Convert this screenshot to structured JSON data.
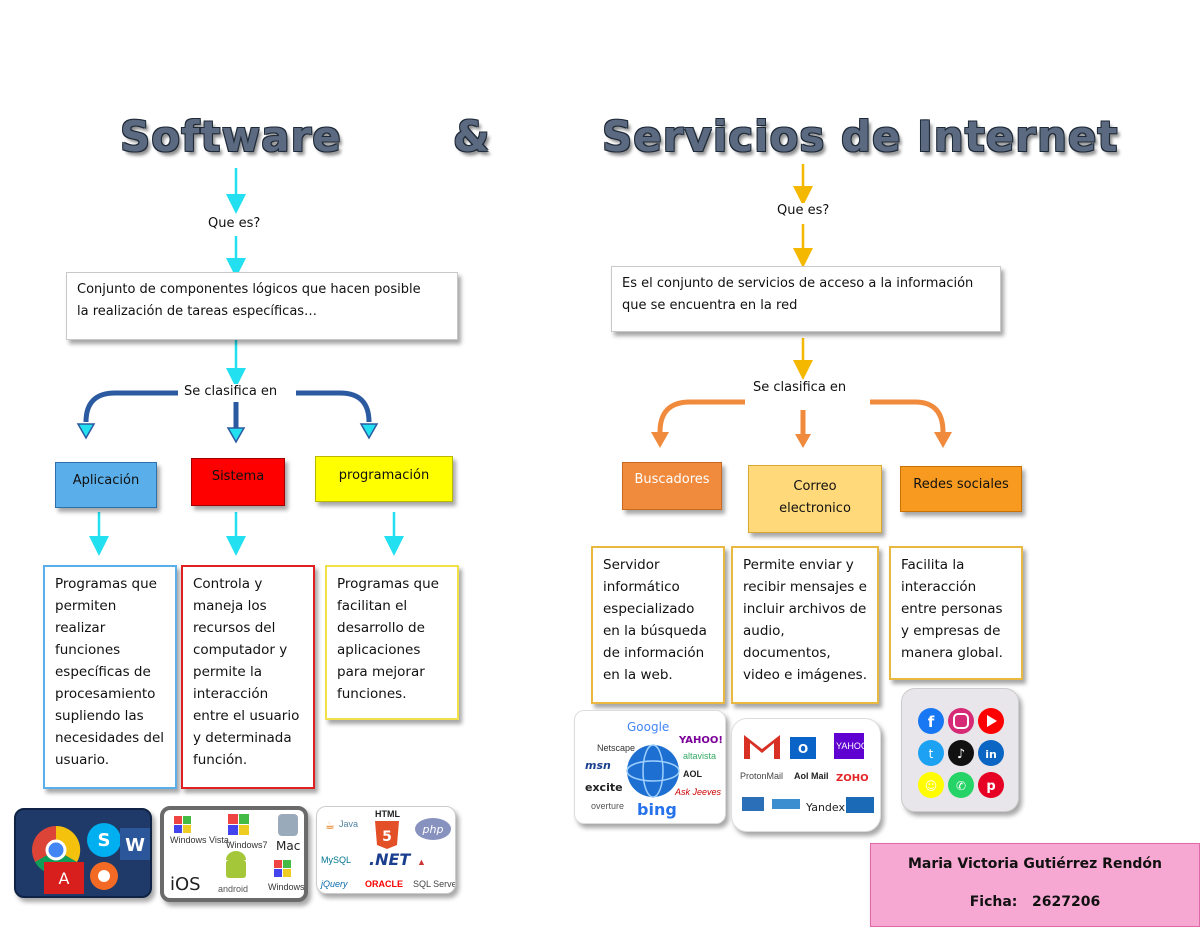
{
  "titles": {
    "left": "Software",
    "amp": "&",
    "right": "Servicios de Internet"
  },
  "software": {
    "que_es": "Que es?",
    "definition_line1": "Conjunto de componentes lógicos que hacen posible",
    "definition_line2": "la realización de tareas específicas…",
    "classify": "Se clasifica en",
    "categories": [
      {
        "label": "Aplicación",
        "color": "#5aaeea"
      },
      {
        "label": "Sistema",
        "color": "#ff0000"
      },
      {
        "label": "programación",
        "color": "#ffff00"
      }
    ],
    "descriptions": [
      {
        "lines": [
          "Programas que",
          "permiten",
          "realizar",
          "funciones",
          "específicas de",
          "procesamiento",
          "supliendo las",
          "necesidades del",
          "usuario."
        ]
      },
      {
        "lines": [
          "Controla y",
          "maneja los",
          "recursos del",
          "computador y",
          "permite la",
          "interacción",
          "entre el usuario",
          "y determinada",
          "función."
        ]
      },
      {
        "lines": [
          "Programas que",
          "facilitan el",
          "desarrollo de",
          "aplicaciones",
          "para mejorar",
          "funciones."
        ]
      }
    ],
    "os_logos": {
      "windows_vista": "Windows Vista",
      "windows7": "Windows7",
      "mac": "Mac",
      "ios": "iOS",
      "android": "android",
      "windows": "Windows"
    },
    "prog_logos": {
      "java": "Java",
      "html": "HTML",
      "html_num": "5",
      "php": "php",
      "mysql": "MySQL",
      "net": ".NET",
      "jquery": "jQuery",
      "oracle": "ORACLE",
      "sqlserver": "SQL Server"
    }
  },
  "internet": {
    "que_es": "Que es?",
    "definition_line1": "Es el conjunto de servicios de acceso a la información",
    "definition_line2": "que se encuentra en la red",
    "classify": "Se clasifica en",
    "categories": [
      {
        "label": "Buscadores",
        "color": "#f08a3c"
      },
      {
        "label_line1": "Correo",
        "label_line2": "electronico",
        "color": "#ffd97a"
      },
      {
        "label": "Redes sociales",
        "color": "#f79a1f"
      }
    ],
    "descriptions": [
      {
        "lines": [
          "Servidor",
          "informático",
          "especializado",
          "en la búsqueda",
          "de información",
          "en la web."
        ]
      },
      {
        "lines": [
          "Permite enviar y",
          "recibir mensajes e",
          "incluir archivos de",
          "audio,",
          "documentos,",
          "video e imágenes."
        ]
      },
      {
        "lines": [
          "Facilita la",
          "interacción",
          "entre personas",
          "y empresas de",
          "manera global."
        ]
      }
    ],
    "search_logos": {
      "google": "Google",
      "yahoo": "YAHOO!",
      "msn": "msn",
      "altavista": "altavista",
      "aol": "AOL",
      "excite": "excite",
      "overture": "overture",
      "bing": "bing",
      "ask": "Ask Jeeves",
      "netscape": "Netscape"
    },
    "mail_logos": {
      "protonmail": "ProtonMail",
      "aolmail": "Aol Mail",
      "zoho": "ZOHO",
      "yandex": "Yandex",
      "yahoo": "YAHOO!"
    }
  },
  "credit": {
    "name": "Maria Victoria Gutiérrez Rendón",
    "ficha_label": "Ficha:",
    "ficha_value": "2627206"
  },
  "colors": {
    "cyan_arrow": "#22e0f0",
    "blue_curve": "#2b5aa0",
    "gold_arrow": "#f5b800",
    "orange_curve": "#f08a3c"
  }
}
